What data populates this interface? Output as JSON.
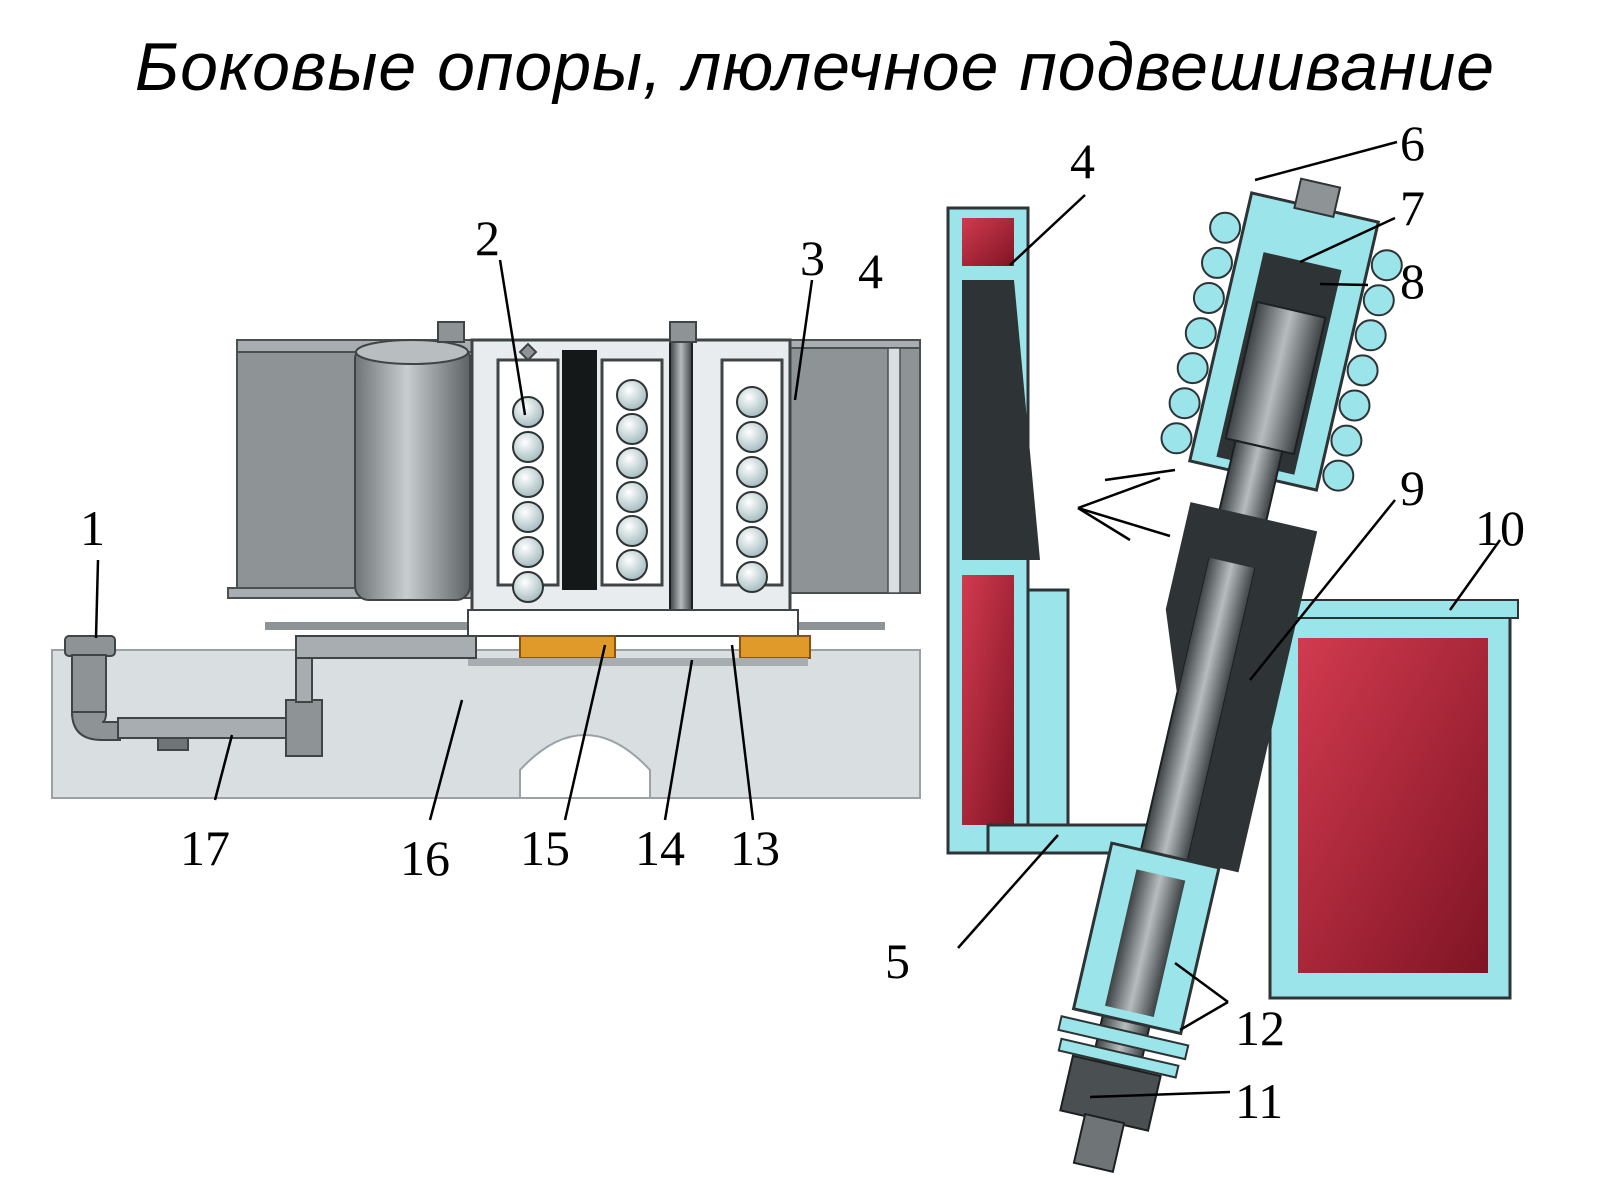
{
  "title": "Боковые опоры, люлечное подвешивание",
  "colors": {
    "steel_gray": "#8e9396",
    "frame_gray": "#d9dfe1",
    "cyan_section": "#9be4ea",
    "red_section": "#b8283c",
    "dark_section": "#2e3436",
    "orange_insert": "#e09a2a",
    "spring_ball": "#d8f4f6"
  },
  "labels": [
    {
      "id": "1",
      "text": "1"
    },
    {
      "id": "2",
      "text": "2"
    },
    {
      "id": "3",
      "text": "3"
    },
    {
      "id": "4a",
      "text": "4"
    },
    {
      "id": "4b",
      "text": "4"
    },
    {
      "id": "5",
      "text": "5"
    },
    {
      "id": "6",
      "text": "6"
    },
    {
      "id": "7",
      "text": "7"
    },
    {
      "id": "8",
      "text": "8"
    },
    {
      "id": "9",
      "text": "9"
    },
    {
      "id": "10",
      "text": "10"
    },
    {
      "id": "11",
      "text": "11"
    },
    {
      "id": "12",
      "text": "12"
    },
    {
      "id": "13",
      "text": "13"
    },
    {
      "id": "14",
      "text": "14"
    },
    {
      "id": "15",
      "text": "15"
    },
    {
      "id": "16",
      "text": "16"
    },
    {
      "id": "17",
      "text": "17"
    }
  ]
}
